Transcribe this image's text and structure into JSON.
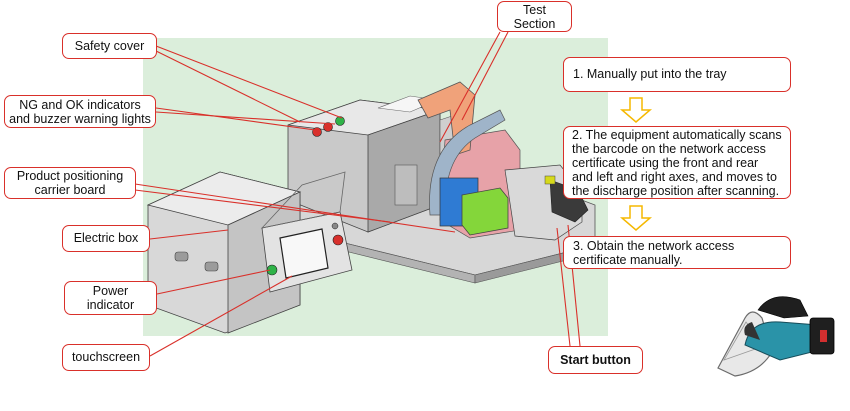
{
  "labels": {
    "test_section": "Test\nSection",
    "safety_cover": "Safety cover",
    "indicators": "NG and OK indicators\nand buzzer warning lights",
    "carrier_board": "Product positioning\ncarrier board",
    "electric_box": "Electric box",
    "power_indicator": "Power\nindicator",
    "touchscreen": "touchscreen",
    "start_button": "Start button"
  },
  "steps": [
    "1. Manually put into the tray",
    "2. The equipment automatically scans the barcode on the network access certificate using the front and rear and left and right axes, and moves to the discharge position after scanning.",
    "3. Obtain the network access certificate manually."
  ],
  "colors": {
    "callout_border": "#d9302a",
    "leader_line": "#d9302a",
    "background_panel": "#dbeedb",
    "arrow": "#f5b800"
  }
}
